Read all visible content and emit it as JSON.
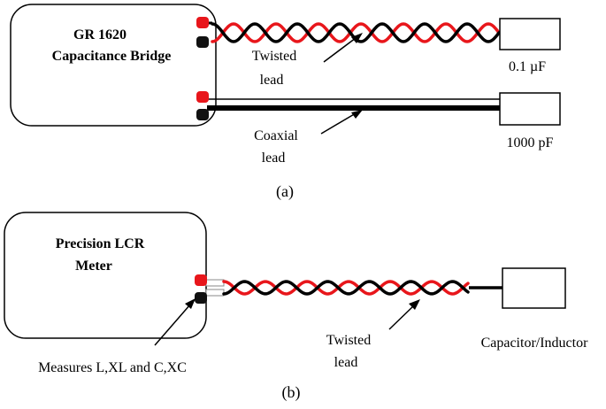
{
  "panel_a": {
    "instrument_line1": "GR 1620",
    "instrument_line2": "Capacitance Bridge",
    "twisted_label_line1": "Twisted",
    "twisted_label_line2": "lead",
    "coax_label_line1": "Coaxial",
    "coax_label_line2": "lead",
    "cap_top_value": "0.1 µF",
    "cap_bottom_value": "1000 pF",
    "caption": "(a)"
  },
  "panel_b": {
    "instrument_line1": "Precision LCR",
    "instrument_line2": "Meter",
    "measures_label": "Measures L,XL and C,XC",
    "twisted_label_line1": "Twisted",
    "twisted_label_line2": "lead",
    "component_label": "Capacitor/Inductor",
    "caption": "(b)"
  },
  "colors": {
    "lead_red": "#e8161b",
    "lead_black": "#000000",
    "terminal_red": "#e8161b",
    "terminal_black": "#111111"
  }
}
